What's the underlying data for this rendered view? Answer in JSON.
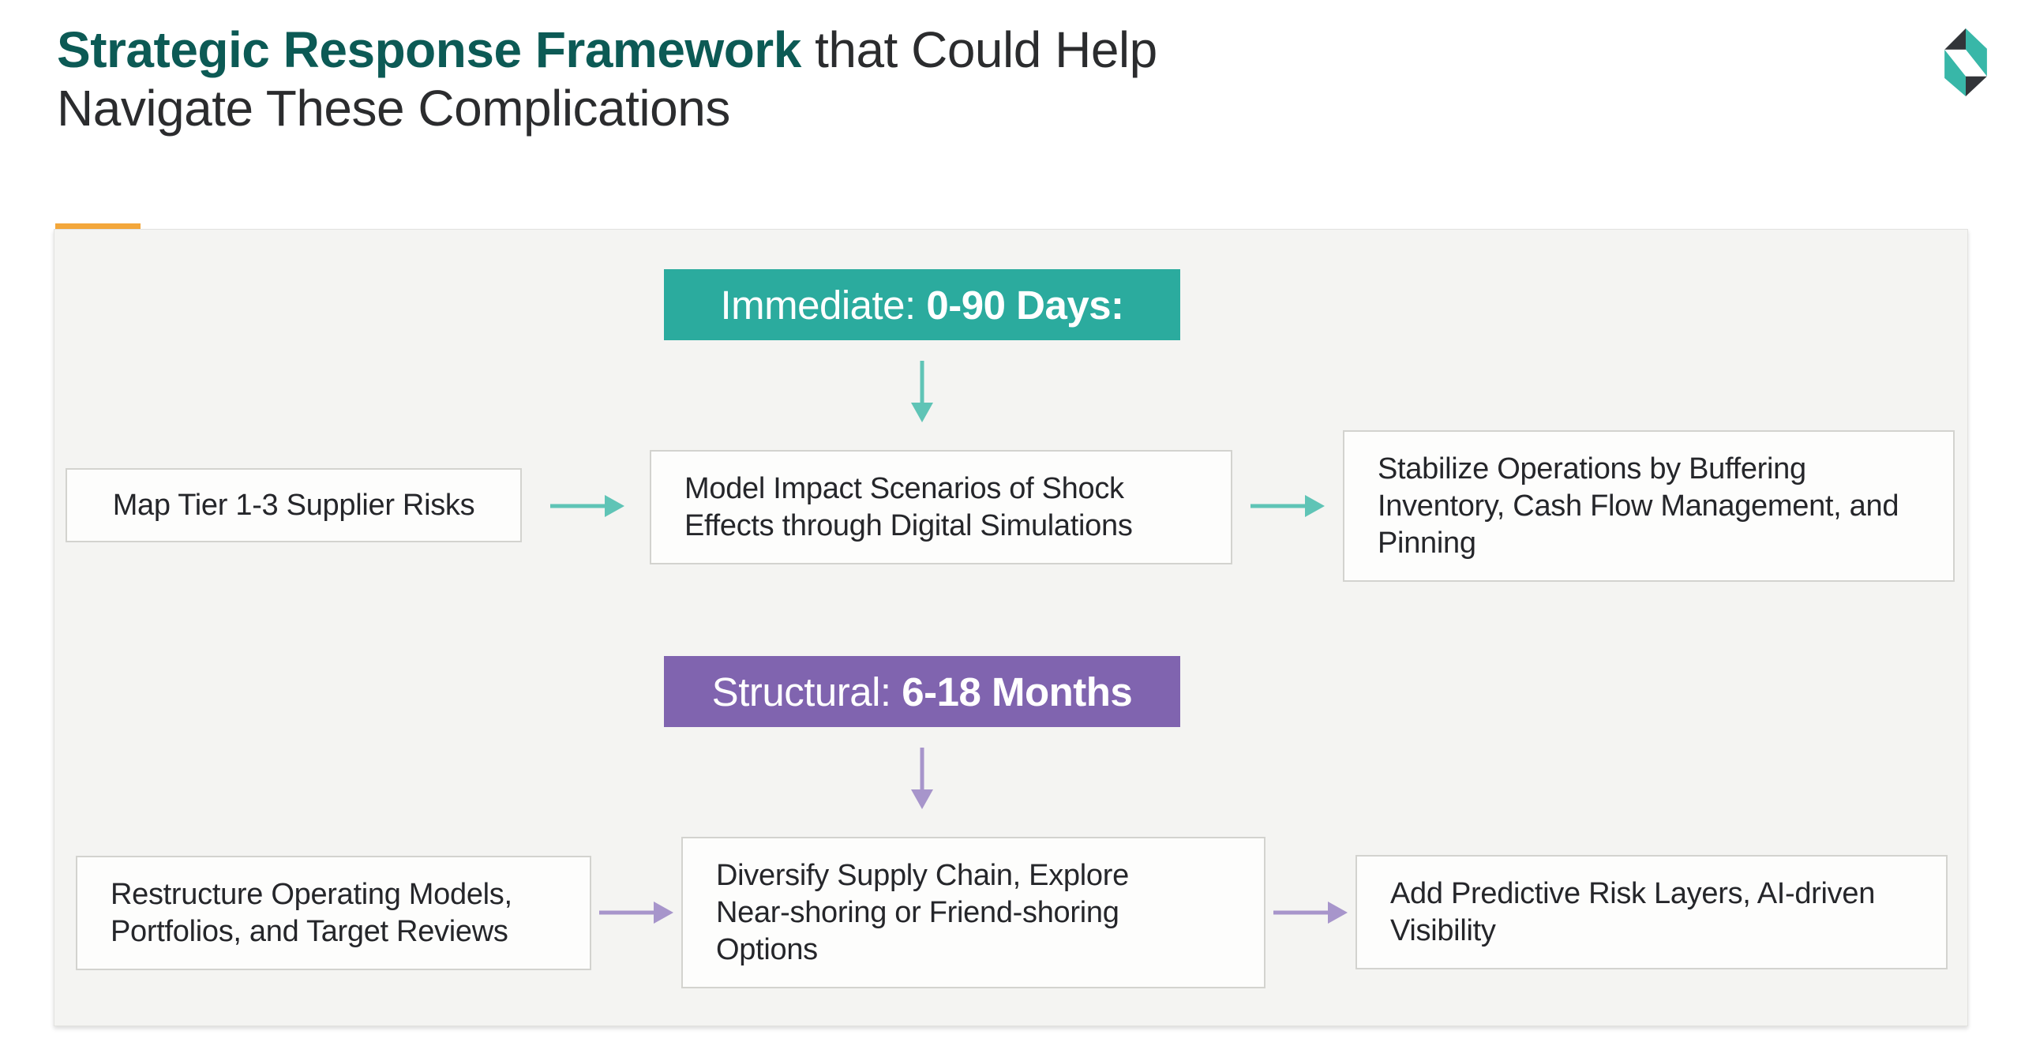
{
  "slide": {
    "title": {
      "emphasis": "Strategic Response Framework",
      "tail": "that Could Help",
      "line2": "Navigate These Complications"
    }
  },
  "colors": {
    "title_emphasis": "#0C5A55",
    "title_text": "#2B2C2E",
    "accent_bar": "#F3A73B",
    "panel_bg": "#F4F4F2",
    "card_bg": "#FDFDFC",
    "card_border": "#D3D3CF",
    "card_text": "#25262A",
    "immediate_badge": "#2BAB9E",
    "immediate_arrow": "#5FC4B6",
    "structural_badge": "#8064AF",
    "structural_arrow": "#A795CB",
    "logo_teal": "#38B7A8",
    "logo_dark": "#323539"
  },
  "flows": [
    {
      "name": "immediate",
      "badge": {
        "prefix": "Immediate: ",
        "bold": "0-90 Days:"
      },
      "cards": [
        {
          "lines": [
            "Map Tier 1-3 Supplier Risks"
          ]
        },
        {
          "lines": [
            "Model Impact Scenarios of Shock",
            "Effects through Digital Simulations"
          ]
        },
        {
          "lines": [
            "Stabilize Operations by Buffering",
            "Inventory, Cash Flow Management, and",
            "Pinning"
          ]
        }
      ]
    },
    {
      "name": "structural",
      "badge": {
        "prefix": "Structural: ",
        "bold": "6-18 Months"
      },
      "cards": [
        {
          "lines": [
            "Restructure Operating Models,",
            "Portfolios, and Target Reviews"
          ]
        },
        {
          "lines": [
            "Diversify Supply Chain, Explore",
            "Near-shoring or Friend-shoring",
            "Options"
          ]
        },
        {
          "lines": [
            "Add Predictive Risk Layers, AI-driven",
            "Visibility"
          ]
        }
      ]
    }
  ]
}
